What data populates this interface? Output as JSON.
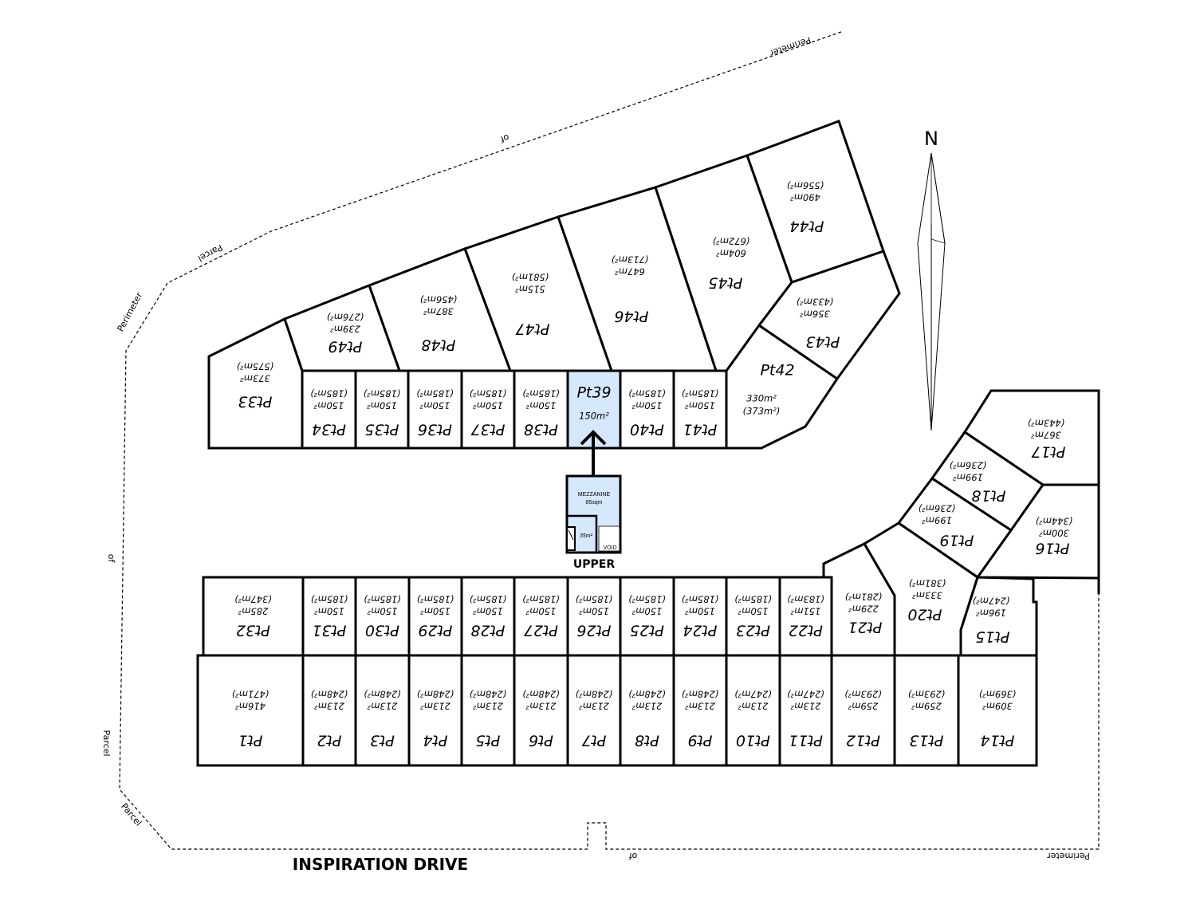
{
  "highlight_color": "#d6e8fb",
  "north_label": "N",
  "road_label": "INSPIRATION DRIVE",
  "perimeter_labels": {
    "top_perimeter": "Perimeter",
    "top_of": "of",
    "top_parcel": "Parcel",
    "left_perimeter": "Perimeter",
    "left_of": "of",
    "left_parcel": "Parcel",
    "corner_parcel": "Parcel",
    "bottom_of": "of",
    "bottom_perimeter": "Perimeter"
  },
  "mezzanine": {
    "title": "MEZZANINE",
    "area": "85sqm",
    "inner_area": "35m²",
    "void_label": "VOID",
    "level_label": "UPPER"
  },
  "lots": [
    {
      "id": "Pt33",
      "area": "373m²",
      "gross": "(575m²)"
    },
    {
      "id": "Pt34",
      "area": "150m²",
      "gross": "(185m²)"
    },
    {
      "id": "Pt35",
      "area": "150m²",
      "gross": "(185m²)"
    },
    {
      "id": "Pt36",
      "area": "150m²",
      "gross": "(185m²)"
    },
    {
      "id": "Pt37",
      "area": "150m²",
      "gross": "(185m²)"
    },
    {
      "id": "Pt38",
      "area": "150m²",
      "gross": "(185m²)"
    },
    {
      "id": "Pt39",
      "area": "150m²",
      "gross": "",
      "highlighted": true
    },
    {
      "id": "Pt40",
      "area": "150m²",
      "gross": "(185m²)"
    },
    {
      "id": "Pt41",
      "area": "150m²",
      "gross": "(185m²)"
    },
    {
      "id": "Pt42",
      "area": "330m²",
      "gross": "(373m²)"
    },
    {
      "id": "Pt43",
      "area": "356m²",
      "gross": "(433m²)"
    },
    {
      "id": "Pt44",
      "area": "490m²",
      "gross": "(556m²)"
    },
    {
      "id": "Pt45",
      "area": "604m²",
      "gross": "(672m²)"
    },
    {
      "id": "Pt46",
      "area": "647m²",
      "gross": "(713m²)"
    },
    {
      "id": "Pt47",
      "area": "515m²",
      "gross": "(581m²)"
    },
    {
      "id": "Pt48",
      "area": "387m²",
      "gross": "(456m²)"
    },
    {
      "id": "Pt49",
      "area": "239m²",
      "gross": "(276m²)"
    },
    {
      "id": "Pt15",
      "area": "196m²",
      "gross": "(247m²)"
    },
    {
      "id": "Pt16",
      "area": "300m²",
      "gross": "(344m²)"
    },
    {
      "id": "Pt17",
      "area": "367m²",
      "gross": "(443m²)"
    },
    {
      "id": "Pt18",
      "area": "199m²",
      "gross": "(236m²)"
    },
    {
      "id": "Pt19",
      "area": "199m²",
      "gross": "(236m²)"
    },
    {
      "id": "Pt20",
      "area": "333m²",
      "gross": "(381m²)"
    },
    {
      "id": "Pt21",
      "area": "229m²",
      "gross": "(281m²)"
    },
    {
      "id": "Pt22",
      "area": "151m²",
      "gross": "(183m²)"
    },
    {
      "id": "Pt23",
      "area": "150m²",
      "gross": "(185m²)"
    },
    {
      "id": "Pt24",
      "area": "150m²",
      "gross": "(185m²)"
    },
    {
      "id": "Pt25",
      "area": "150m²",
      "gross": "(185m²)"
    },
    {
      "id": "Pt26",
      "area": "150m²",
      "gross": "(185m²)"
    },
    {
      "id": "Pt27",
      "area": "150m²",
      "gross": "(185m²)"
    },
    {
      "id": "Pt28",
      "area": "150m²",
      "gross": "(185m²)"
    },
    {
      "id": "Pt29",
      "area": "150m²",
      "gross": "(185m²)"
    },
    {
      "id": "Pt30",
      "area": "150m²",
      "gross": "(185m²)"
    },
    {
      "id": "Pt31",
      "area": "150m²",
      "gross": "(185m²)"
    },
    {
      "id": "Pt32",
      "area": "285m²",
      "gross": "(347m²)"
    },
    {
      "id": "Pt1",
      "area": "416m²",
      "gross": "(471m²)"
    },
    {
      "id": "Pt2",
      "area": "213m²",
      "gross": "(248m²)"
    },
    {
      "id": "Pt3",
      "area": "213m²",
      "gross": "(248m²)"
    },
    {
      "id": "Pt4",
      "area": "213m²",
      "gross": "(248m²)"
    },
    {
      "id": "Pt5",
      "area": "213m²",
      "gross": "(248m²)"
    },
    {
      "id": "Pt6",
      "area": "213m²",
      "gross": "(248m²)"
    },
    {
      "id": "Pt7",
      "area": "213m²",
      "gross": "(248m²)"
    },
    {
      "id": "Pt8",
      "area": "213m²",
      "gross": "(248m²)"
    },
    {
      "id": "Pt9",
      "area": "213m²",
      "gross": "(248m²)"
    },
    {
      "id": "Pt10",
      "area": "213m²",
      "gross": "(247m²)"
    },
    {
      "id": "Pt11",
      "area": "213m²",
      "gross": "(247m²)"
    },
    {
      "id": "Pt12",
      "area": "259m²",
      "gross": "(293m²)"
    },
    {
      "id": "Pt13",
      "area": "259m²",
      "gross": "(293m²)"
    },
    {
      "id": "Pt14",
      "area": "309m²",
      "gross": "(369m²)"
    }
  ]
}
